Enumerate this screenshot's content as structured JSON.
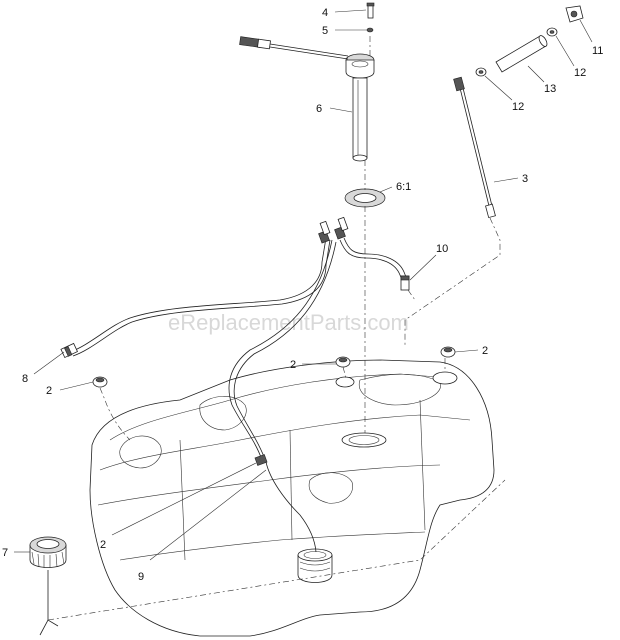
{
  "watermark": "eReplacementParts.com",
  "callouts": [
    {
      "id": "c4",
      "label": "4"
    },
    {
      "id": "c5",
      "label": "5"
    },
    {
      "id": "c6",
      "label": "6"
    },
    {
      "id": "c61",
      "label": "6:1"
    },
    {
      "id": "c3",
      "label": "3"
    },
    {
      "id": "c10",
      "label": "10"
    },
    {
      "id": "c11",
      "label": "11"
    },
    {
      "id": "c12a",
      "label": "12"
    },
    {
      "id": "c12b",
      "label": "12"
    },
    {
      "id": "c13",
      "label": "13"
    },
    {
      "id": "c8",
      "label": "8"
    },
    {
      "id": "c2a",
      "label": "2"
    },
    {
      "id": "c2b",
      "label": "2"
    },
    {
      "id": "c2c",
      "label": "2"
    },
    {
      "id": "c2d",
      "label": "2"
    },
    {
      "id": "c9",
      "label": "9"
    },
    {
      "id": "c7",
      "label": "7"
    }
  ]
}
